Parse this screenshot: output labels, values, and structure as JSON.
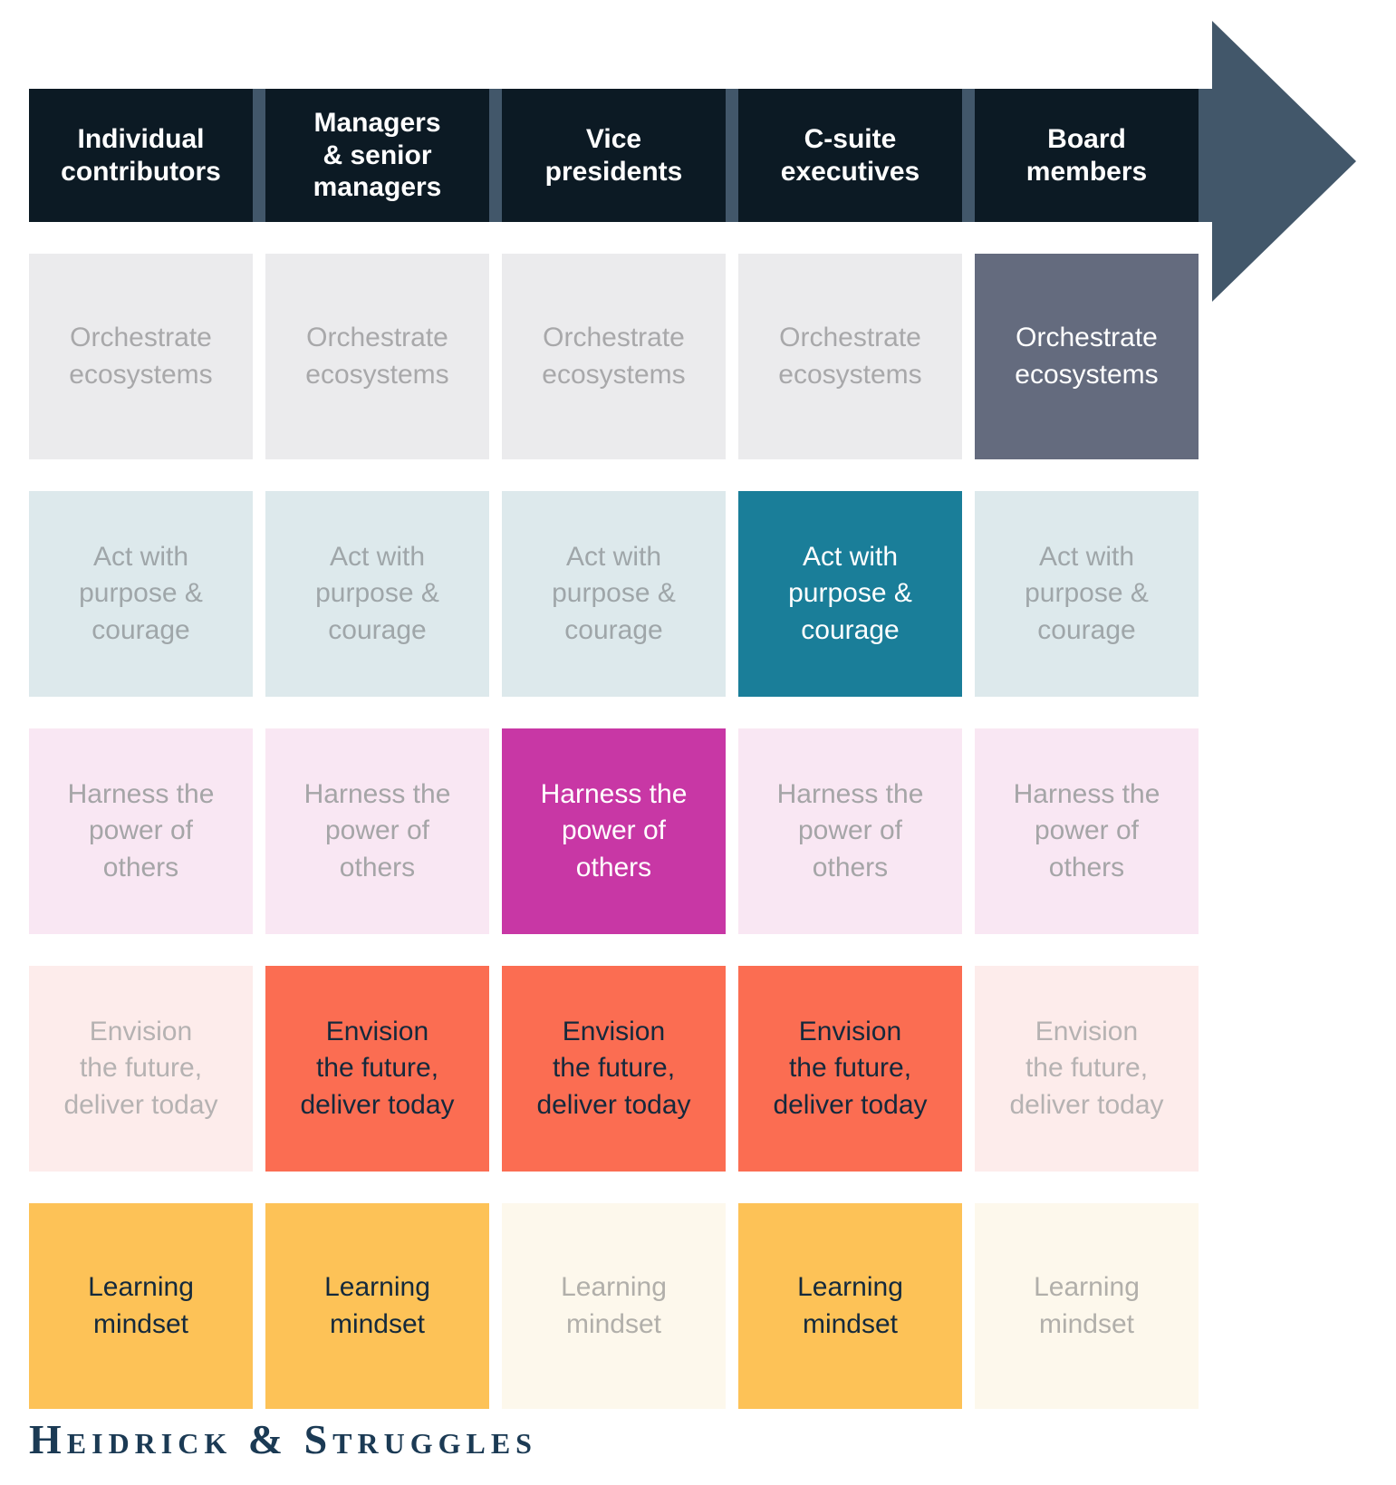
{
  "brand": {
    "logo_text": "Heidrick & Struggles",
    "logo_color": "#1b3a54"
  },
  "arrow": {
    "color": "#42576a"
  },
  "header": {
    "bg": "#0c1a24",
    "text_color": "#ffffff"
  },
  "columns": [
    {
      "id": "individual-contributors",
      "label": "Individual\ncontributors"
    },
    {
      "id": "managers-senior-managers",
      "label": "Managers\n& senior\nmanagers"
    },
    {
      "id": "vice-presidents",
      "label": "Vice\npresidents"
    },
    {
      "id": "c-suite-executives",
      "label": "C-suite\nexecutives"
    },
    {
      "id": "board-members",
      "label": "Board\nmembers"
    }
  ],
  "rows": [
    {
      "id": "orchestrate-ecosystems",
      "label": "Orchestrate\necosystems",
      "muted_bg": "#ebebed",
      "muted_text": "#a8a8aa",
      "highlight_bg": "#646b7e",
      "highlight_text": "#ffffff",
      "highlighted_columns": [
        "board-members"
      ]
    },
    {
      "id": "act-with-purpose-and-courage",
      "label": "Act with\npurpose &\ncourage",
      "muted_bg": "#dde9ec",
      "muted_text": "#9fa6a9",
      "highlight_bg": "#1a7e99",
      "highlight_text": "#ffffff",
      "highlighted_columns": [
        "c-suite-executives"
      ]
    },
    {
      "id": "harness-the-power-of-others",
      "label": "Harness the\npower of\nothers",
      "muted_bg": "#f9e7f3",
      "muted_text": "#a5a5a7",
      "highlight_bg": "#c837a5",
      "highlight_text": "#ffffff",
      "highlighted_columns": [
        "vice-presidents"
      ]
    },
    {
      "id": "envision-the-future-deliver-today",
      "label": "Envision\nthe future,\ndeliver today",
      "muted_bg": "#fdeceb",
      "muted_text": "#b5b2b2",
      "highlight_bg": "#fb6d52",
      "highlight_text": "#14293c",
      "highlighted_columns": [
        "managers-senior-managers",
        "vice-presidents",
        "c-suite-executives"
      ]
    },
    {
      "id": "learning-mindset",
      "label": "Learning\nmindset",
      "muted_bg": "#fdf8ec",
      "muted_text": "#b1afaa",
      "highlight_bg": "#fdc257",
      "highlight_text": "#14293c",
      "highlighted_columns": [
        "individual-contributors",
        "managers-senior-managers",
        "c-suite-executives"
      ]
    }
  ]
}
